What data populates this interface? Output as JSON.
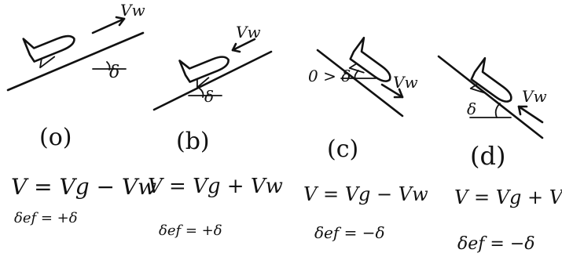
{
  "panels": [
    {
      "id": "a",
      "label": "(o)",
      "wind_label": "Vw",
      "angle_label": "δ",
      "velocity_eq": "V = Vg − Vw",
      "delta_eq": "δef = +δ"
    },
    {
      "id": "b",
      "label": "(b)",
      "wind_label": "Vw",
      "angle_label": "δ",
      "velocity_eq": "V = Vg + Vw",
      "delta_eq": "δef = +δ"
    },
    {
      "id": "c",
      "label": "(c)",
      "wind_label": "Vw",
      "angle_label": "0 > δ",
      "velocity_eq": "V = Vg − Vw",
      "delta_eq": "δef = −δ"
    },
    {
      "id": "d",
      "label": "(d)",
      "wind_label": "Vw",
      "angle_label": "δ",
      "velocity_eq": "V = Vg + Vw",
      "delta_eq": "δef = −δ"
    }
  ]
}
